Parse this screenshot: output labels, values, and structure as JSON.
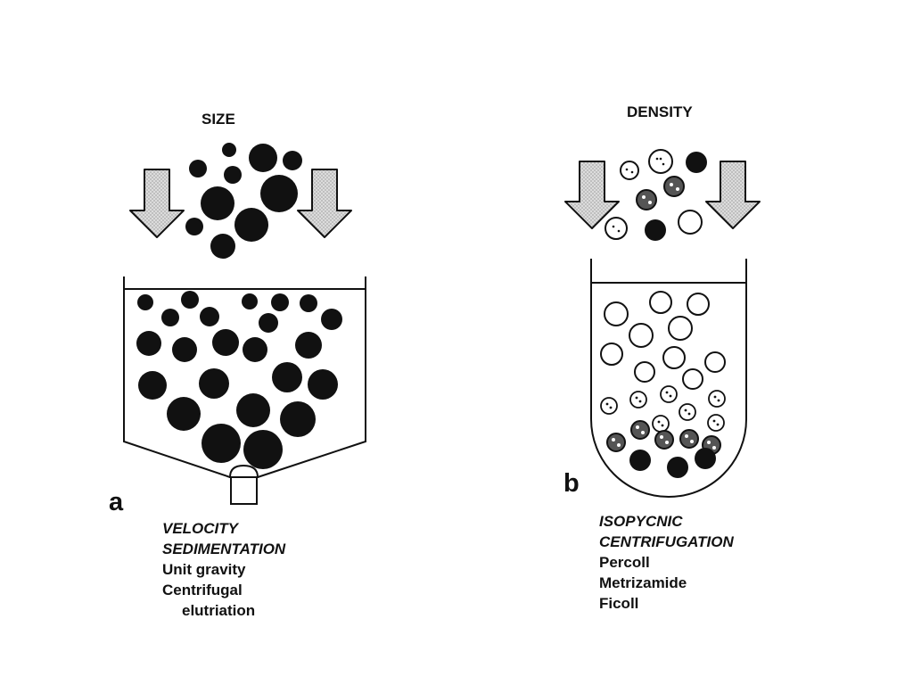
{
  "panel_a": {
    "heading": "SIZE",
    "letter": "a",
    "method_title_line1": "VELOCITY",
    "method_title_line2": "SEDIMENTATION",
    "method_items": [
      "Unit gravity",
      "Centrifugal",
      "elutriation"
    ]
  },
  "panel_b": {
    "heading": "DENSITY",
    "letter": "b",
    "method_title_line1": "ISOPYCNIC",
    "method_title_line2": "CENTRIFUGATION",
    "method_items": [
      "Percoll",
      "Metrizamide",
      "Ficoll"
    ]
  },
  "colors": {
    "ink": "#111111",
    "arrow_fill": "#dcdcdc",
    "background": "#ffffff"
  }
}
